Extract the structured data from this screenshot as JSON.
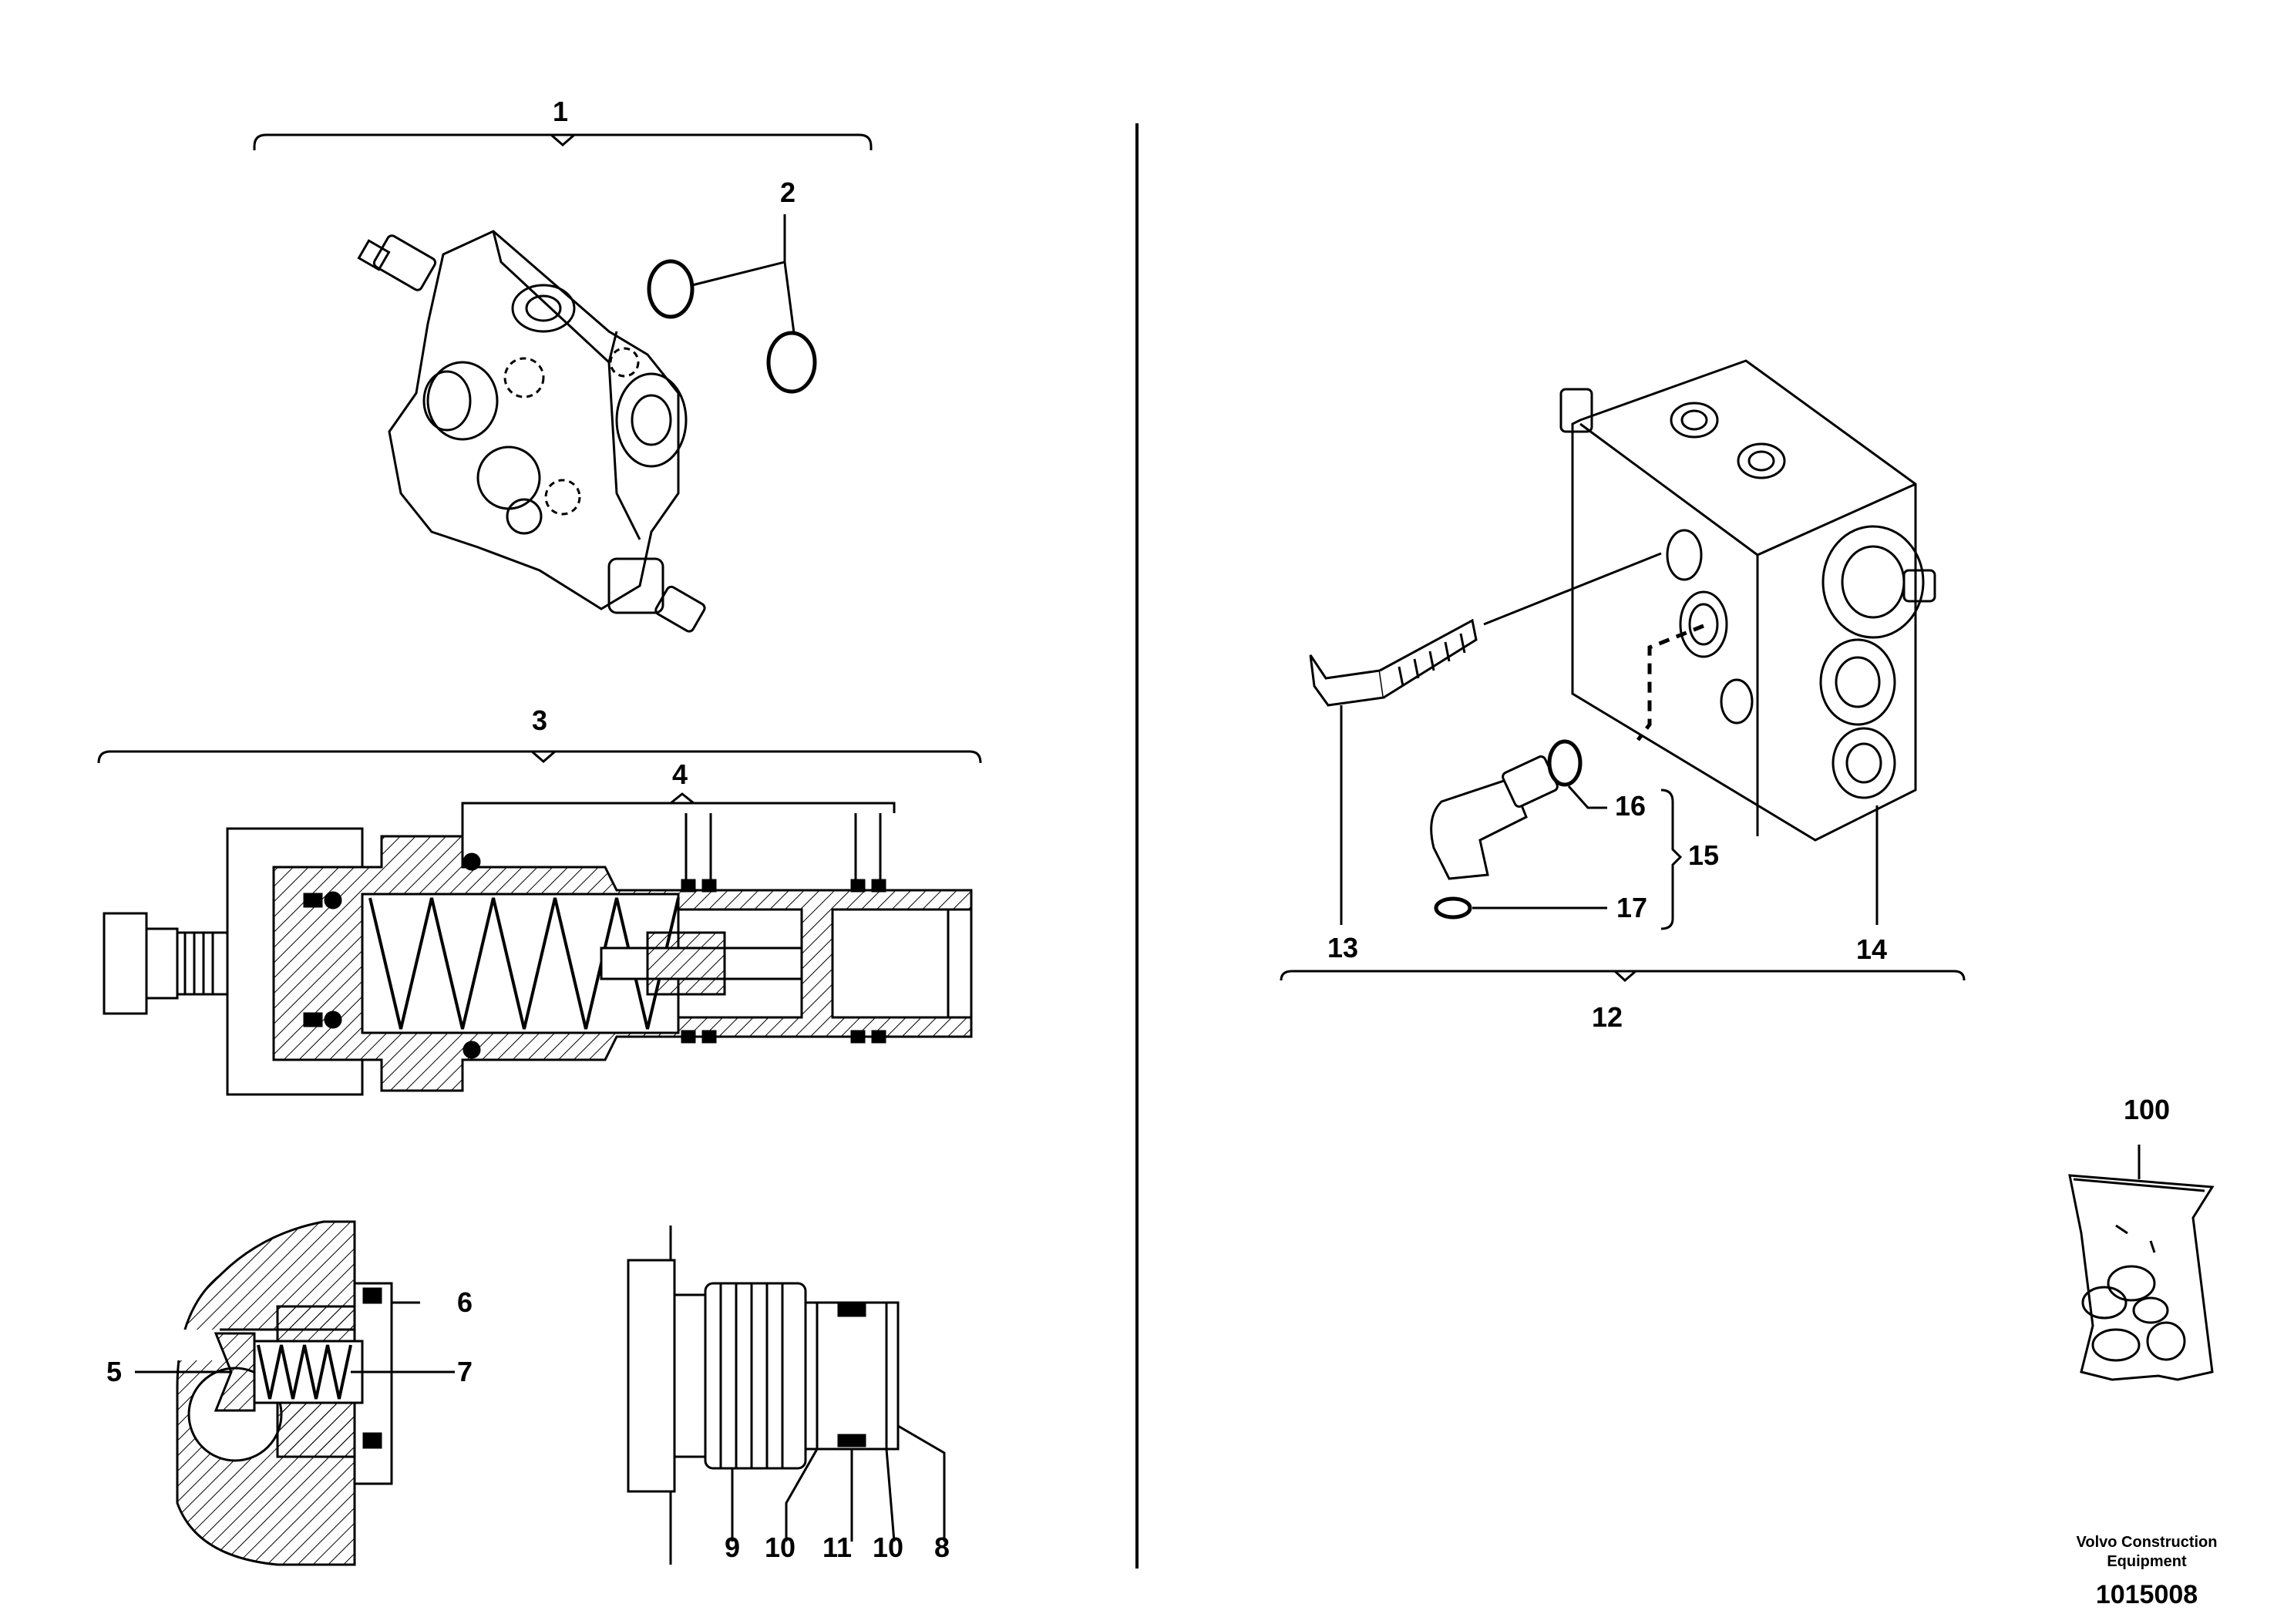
{
  "diagram": {
    "callouts": {
      "c1": "1",
      "c2": "2",
      "c3": "3",
      "c4": "4",
      "c5": "5",
      "c6": "6",
      "c7": "7",
      "c8": "8",
      "c9": "9",
      "c10a": "10",
      "c11": "11",
      "c10b": "10",
      "c12": "12",
      "c13": "13",
      "c14": "14",
      "c15": "15",
      "c16": "16",
      "c17": "17",
      "c100": "100"
    }
  },
  "footer": {
    "brand_line1": "Volvo Construction",
    "brand_line2": "Equipment",
    "drawing_number": "1015008"
  }
}
